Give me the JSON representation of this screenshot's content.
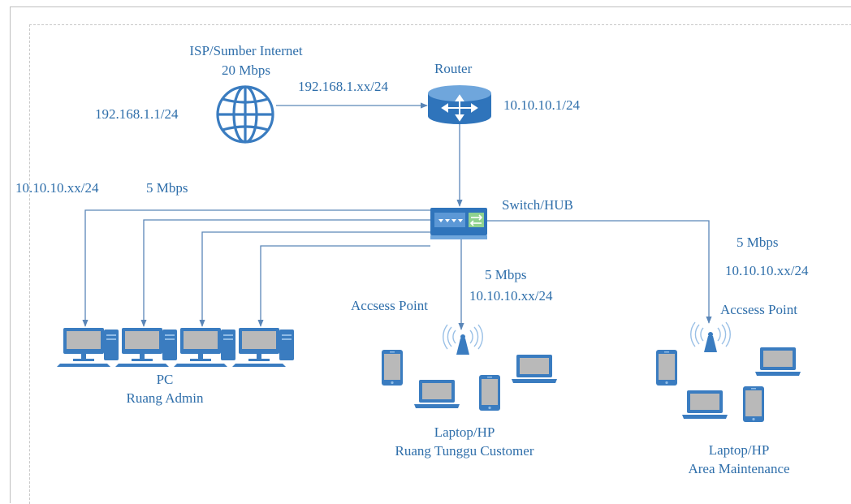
{
  "isp": {
    "name": "ISP/Sumber Internet",
    "speed": "20 Mbps",
    "ip": "192.168.1.1/24"
  },
  "wan_link": {
    "ip": "192.168.1.xx/24"
  },
  "router": {
    "name": "Router",
    "ip": "10.10.10.1/24"
  },
  "switch": {
    "name": "Switch/HUB"
  },
  "pc_link": {
    "ip": "10.10.10.xx/24",
    "speed": "5 Mbps"
  },
  "pc_group": {
    "title": "PC",
    "room": "Ruang Admin"
  },
  "customer": {
    "speed": "5 Mbps",
    "ip": "10.10.10.xx/24",
    "ap_label": "Accsess Point",
    "title": "Laptop/HP",
    "room": "Ruang Tunggu Customer"
  },
  "maintenance": {
    "speed": "5 Mbps",
    "ip": "10.10.10.xx/24",
    "ap_label": "Accsess Point",
    "title": "Laptop/HP",
    "room": "Area Maintenance"
  },
  "colors": {
    "line": "#5a86b8",
    "device": "#3a7cc0",
    "device_light": "#6fa6dc",
    "text": "#2e6eaa"
  },
  "icons": [
    "globe-icon",
    "router-icon",
    "switch-icon",
    "desktop-pc-icon",
    "access-point-icon",
    "laptop-icon",
    "phone-icon"
  ]
}
